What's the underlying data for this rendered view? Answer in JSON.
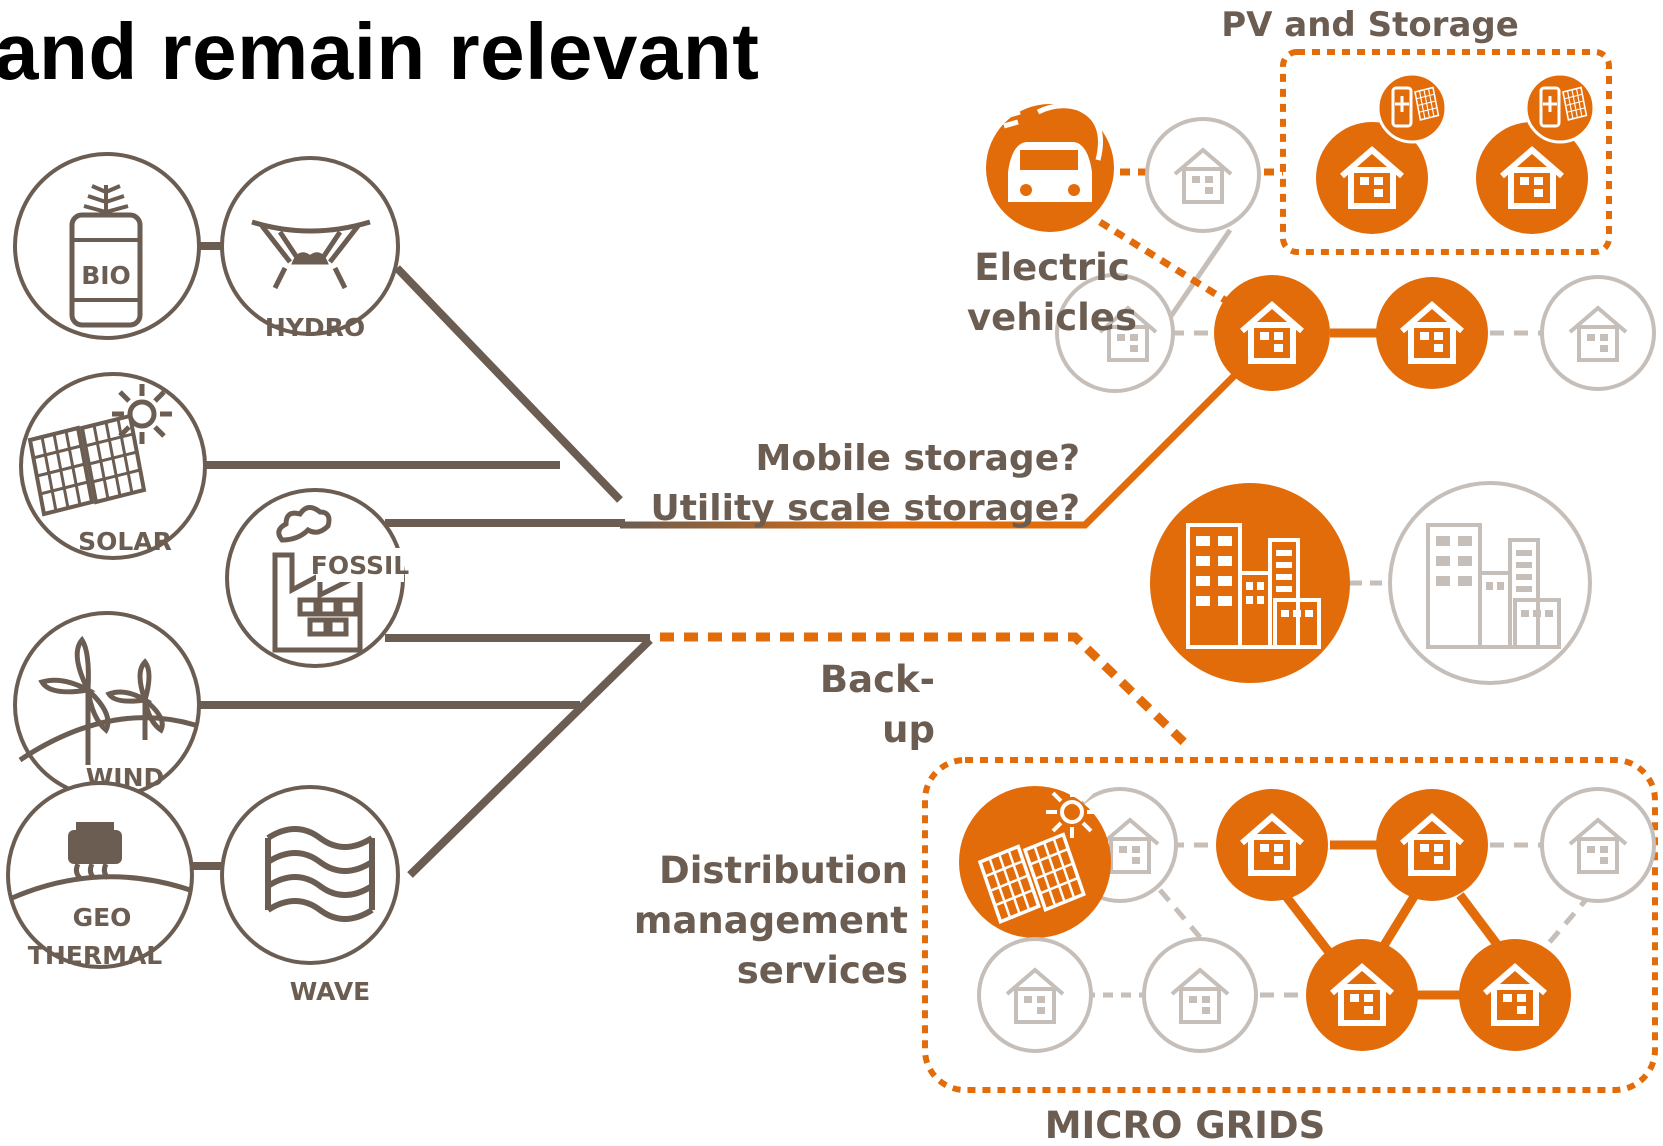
{
  "title": "and remain relevant",
  "sources": {
    "bio": "BIO",
    "hydro": "HYDRO",
    "solar": "SOLAR",
    "fossil": "FOSSIL",
    "wind": "WIND",
    "geo_line1": "GEO",
    "geo_line2": "THERMAL",
    "wave": "WAVE"
  },
  "labels": {
    "pv_storage": "PV and Storage",
    "ev_line1": "Electric",
    "ev_line2": "vehicles",
    "storage_line1": "Mobile storage?",
    "storage_line2": "Utility scale storage?",
    "backup_line1": "Back-",
    "backup_line2": "up",
    "dms_line1": "Distribution",
    "dms_line2": "management",
    "dms_line3": "services",
    "micro_grids": "MICRO GRIDS"
  },
  "colors": {
    "orange": "#e36c0a",
    "brown": "#6b5d52",
    "grey": "#c6beb8"
  }
}
